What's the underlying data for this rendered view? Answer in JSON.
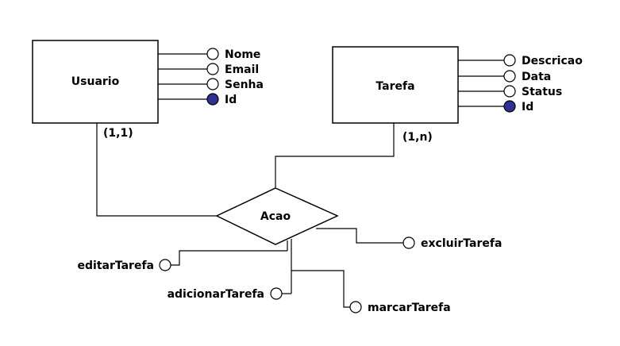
{
  "entities": {
    "usuario": {
      "name": "Usuario",
      "cardinality": "(1,1)",
      "attributes": [
        {
          "label": "Nome",
          "key": false
        },
        {
          "label": "Email",
          "key": false
        },
        {
          "label": "Senha",
          "key": false
        },
        {
          "label": "Id",
          "key": true
        }
      ]
    },
    "tarefa": {
      "name": "Tarefa",
      "cardinality": "(1,n)",
      "attributes": [
        {
          "label": "Descricao",
          "key": false
        },
        {
          "label": "Data",
          "key": false
        },
        {
          "label": "Status",
          "key": false
        },
        {
          "label": "Id",
          "key": true
        }
      ]
    }
  },
  "relationship": {
    "name": "Acao",
    "attributes": {
      "excluir": "excluirTarefa",
      "editar": "editarTarefa",
      "adicionar": "adicionarTarefa",
      "marcar": "marcarTarefa"
    }
  },
  "colors": {
    "key_fill": "#2e3192",
    "line": "#000000"
  }
}
